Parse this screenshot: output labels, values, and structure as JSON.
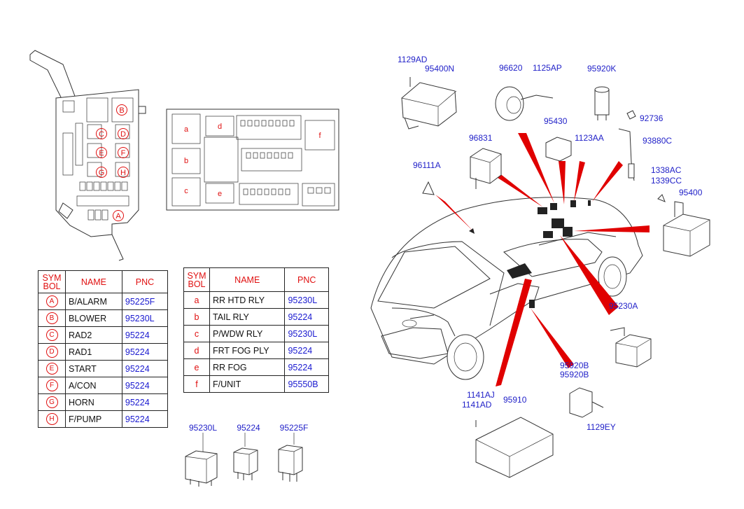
{
  "fuse_box": {
    "symbols": [
      "B",
      "C",
      "D",
      "E",
      "F",
      "G",
      "H",
      "A"
    ]
  },
  "relay_box": {
    "slots": [
      "a",
      "b",
      "c",
      "d",
      "e",
      "f"
    ]
  },
  "table_left": {
    "headers": {
      "symbol_line1": "SYM",
      "symbol_line2": "BOL",
      "name": "NAME",
      "pnc": "PNC"
    },
    "rows": [
      {
        "sym": "A",
        "name": "B/ALARM",
        "pnc": "95225F"
      },
      {
        "sym": "B",
        "name": "BLOWER",
        "pnc": "95230L"
      },
      {
        "sym": "C",
        "name": "RAD2",
        "pnc": "95224"
      },
      {
        "sym": "D",
        "name": "RAD1",
        "pnc": "95224"
      },
      {
        "sym": "E",
        "name": "START",
        "pnc": "95224"
      },
      {
        "sym": "F",
        "name": "A/CON",
        "pnc": "95224"
      },
      {
        "sym": "G",
        "name": "HORN",
        "pnc": "95224"
      },
      {
        "sym": "H",
        "name": "F/PUMP",
        "pnc": "95224"
      }
    ]
  },
  "table_right": {
    "headers": {
      "symbol_line1": "SYM",
      "symbol_line2": "BOL",
      "name": "NAME",
      "pnc": "PNC"
    },
    "rows": [
      {
        "sym": "a",
        "name": "RR HTD RLY",
        "pnc": "95230L"
      },
      {
        "sym": "b",
        "name": "TAIL RLY",
        "pnc": "95224"
      },
      {
        "sym": "c",
        "name": "P/WDW RLY",
        "pnc": "95230L"
      },
      {
        "sym": "d",
        "name": "FRT FOG PLY",
        "pnc": "95224"
      },
      {
        "sym": "e",
        "name": "RR FOG",
        "pnc": "95224"
      },
      {
        "sym": "f",
        "name": "F/UNIT",
        "pnc": "95550B"
      }
    ]
  },
  "relay_labels": [
    "95230L",
    "95224",
    "95225F"
  ],
  "part_labels": {
    "p1129AD": "1129AD",
    "p95400N": "95400N",
    "p96620": "96620",
    "p1125AP": "1125AP",
    "p95920K": "95920K",
    "p92736": "92736",
    "p93880C": "93880C",
    "p95430": "95430",
    "p1123AA": "1123AA",
    "p96831": "96831",
    "p96111A": "96111A",
    "p1338AC": "1338AC",
    "p1339CC": "1339CC",
    "p95400": "95400",
    "p95230A": "95230A",
    "p95920B_1": "95920B",
    "p95920B_2": "95920B",
    "p1141AJ": "1141AJ",
    "p1141AD": "1141AD",
    "p95910": "95910",
    "p1129EY": "1129EY"
  },
  "colors": {
    "label_blue": "#1f1fc8",
    "symbol_red": "#e01010",
    "pointer_red": "#e00000"
  }
}
